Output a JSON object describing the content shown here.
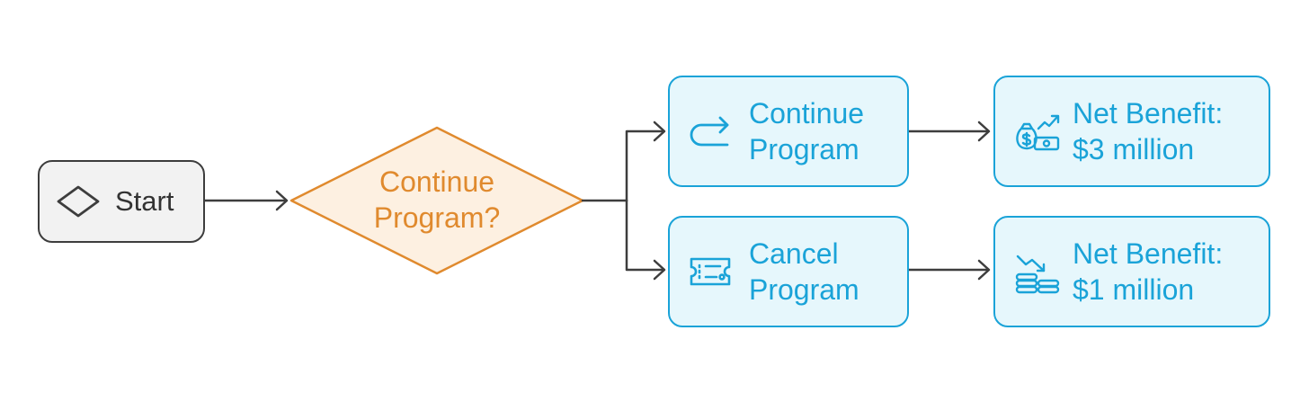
{
  "diagram": {
    "nodes": {
      "start": {
        "label": "Start",
        "icon": "diamond-outline-icon"
      },
      "decision": {
        "line1": "Continue",
        "line2": "Program?"
      },
      "continue_program": {
        "line1": "Continue",
        "line2": "Program",
        "icon": "return-arrow-icon"
      },
      "cancel_program": {
        "line1": "Cancel",
        "line2": "Program",
        "icon": "ticket-icon"
      },
      "benefit_continue": {
        "line1": "Net Benefit:",
        "line2": "$3 million",
        "icon": "money-growth-icon"
      },
      "benefit_cancel": {
        "line1": "Net Benefit:",
        "line2": "$1 million",
        "icon": "money-decline-icon"
      }
    },
    "edges": [
      {
        "from": "start",
        "to": "decision"
      },
      {
        "from": "decision",
        "to": "continue_program"
      },
      {
        "from": "decision",
        "to": "cancel_program"
      },
      {
        "from": "continue_program",
        "to": "benefit_continue"
      },
      {
        "from": "cancel_program",
        "to": "benefit_cancel"
      }
    ],
    "colors": {
      "start_fill": "#f2f2f2",
      "start_stroke": "#3d3d3d",
      "decision_fill": "#fdf0e1",
      "decision_stroke": "#e08a2e",
      "step_fill": "#e6f7fc",
      "step_stroke": "#1aa3d8",
      "edge": "#3d3d3d"
    }
  }
}
